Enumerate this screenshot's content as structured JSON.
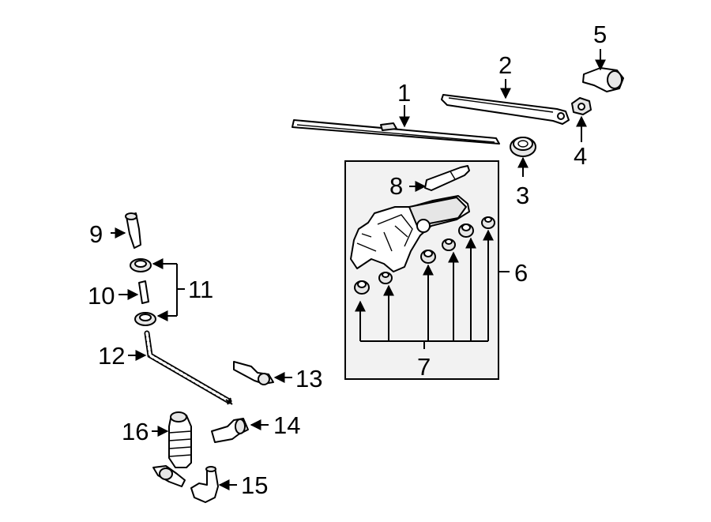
{
  "diagram": {
    "callouts": {
      "c1": "1",
      "c2": "2",
      "c3": "3",
      "c4": "4",
      "c5": "5",
      "c6": "6",
      "c7": "7",
      "c8": "8",
      "c9": "9",
      "c10": "10",
      "c11": "11",
      "c12": "12",
      "c13": "13",
      "c14": "14",
      "c15": "15",
      "c16": "16"
    },
    "box_fill": "#f2f2f2",
    "line_color": "#000000"
  }
}
